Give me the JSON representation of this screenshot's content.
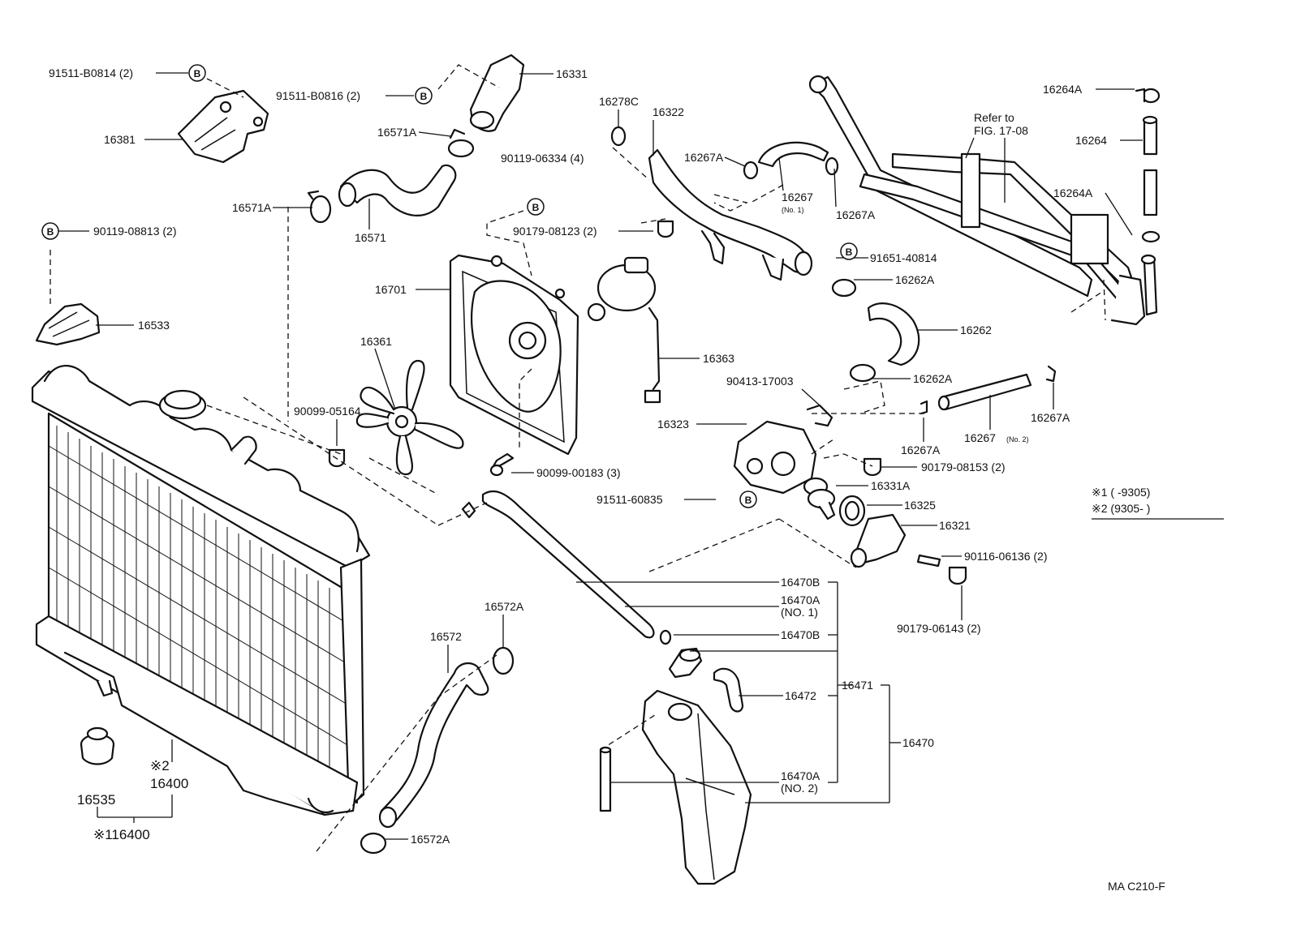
{
  "diagram_code": "MA C210-F",
  "bolt_marker": "B",
  "legend": {
    "line1": "※1 (        -9305)",
    "line2": "※2 (9305-        )"
  },
  "labels": {
    "p91511_b0814": "91511-B0814 (2)",
    "p91511_b0816": "91511-B0816 (2)",
    "p16331": "16331",
    "p16381": "16381",
    "p16571a_top": "16571A",
    "p16571a_left": "16571A",
    "p16571": "16571",
    "p90119_06334": "90119-06334 (4)",
    "p90119_08813": "90119-08813 (2)",
    "p16533": "16533",
    "p16278c": "16278C",
    "p16322": "16322",
    "p90179_08123": "90179-08123 (2)",
    "p16701": "16701",
    "p16363": "16363",
    "p16361": "16361",
    "p90099_05164": "90099-05164",
    "p90099_00183": "90099-00183 (3)",
    "p16267a_1": "16267A",
    "p16267": "16267",
    "p16267_no1": "(No. 1)",
    "p16267a_2": "16267A",
    "p91651_40814": "91651-40814",
    "p16262a_1": "16262A",
    "p16262": "16262",
    "p16262a_2": "16262A",
    "p90413_17003": "90413-17003",
    "p16323": "16323",
    "p16267a_3": "16267A",
    "p16267a_4": "16267A",
    "p16267_2": "16267",
    "p16267_no2": "(No. 2)",
    "p90179_08153": "90179-08153 (2)",
    "p91511_60835": "91511-60835",
    "p16331a": "16331A",
    "p16325": "16325",
    "p16321": "16321",
    "p90116_06136": "90116-06136 (2)",
    "p90179_06143": "90179-06143 (2)",
    "p16264a_top": "16264A",
    "p16264": "16264",
    "p16264a_mid": "16264A",
    "refer_to": "Refer to",
    "fig_ref": "FIG. 17-08",
    "p16470b_1": "16470B",
    "p16470a_1": "16470A",
    "p16470a_1_no": "(NO. 1)",
    "p16470b_2": "16470B",
    "p16471": "16471",
    "p16472": "16472",
    "p16470": "16470",
    "p16470a_2": "16470A",
    "p16470a_2_no": "(NO. 2)",
    "p16572": "16572",
    "p16572a_top": "16572A",
    "p16572a_bot": "16572A",
    "p16535": "16535",
    "p16400_mark": "※2",
    "p16400": "16400",
    "p16400_alt": "※116400"
  }
}
